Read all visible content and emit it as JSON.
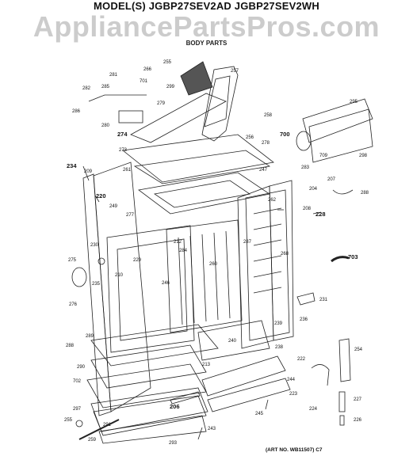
{
  "header": {
    "model_line": "MODEL(S) JGBP27SEV2AD JGBP27SEV2WH",
    "section_title": "BODY PARTS"
  },
  "watermark": "AppliancePartsPros.com",
  "footer": {
    "art_number": "(ART NO. WB11507) C7"
  },
  "part_labels": {
    "p266": "266",
    "p255t": "255",
    "p257": "257",
    "p281": "281",
    "p701": "701",
    "p299": "299",
    "p282": "282",
    "p285": "285",
    "p279": "279",
    "p286": "286",
    "p280": "280",
    "p274": "274",
    "p295": "295",
    "p258": "258",
    "p700": "700",
    "p256": "256",
    "p278": "278",
    "p709": "709",
    "p298": "298",
    "p273": "273",
    "p234": "234",
    "p209": "209",
    "p261": "261",
    "p247": "247",
    "p283": "283",
    "p204": "204",
    "p207": "207",
    "p288": "288",
    "p220": "220",
    "p262": "262",
    "p208": "208",
    "p228": "228",
    "p249": "249",
    "p277": "277",
    "p212": "212",
    "p287": "287",
    "p230": "230",
    "p284": "284",
    "p268": "268",
    "p703": "703",
    "p275": "275",
    "p229": "229",
    "p260": "260",
    "p235": "235",
    "p210": "210",
    "p246": "246",
    "p276": "276",
    "p231": "231",
    "p239": "239",
    "p236": "236",
    "p289": "289",
    "p240": "240",
    "p238": "238",
    "p254": "254",
    "p288b": "288",
    "p222": "222",
    "p290": "290",
    "p213": "213",
    "p702": "702",
    "p244": "244",
    "p223": "223",
    "p227": "227",
    "p297": "297",
    "p206": "206",
    "p224": "224",
    "p255": "255",
    "p291": "291",
    "p245": "245",
    "p226": "226",
    "p259": "259",
    "p293": "293",
    "p243": "243"
  }
}
